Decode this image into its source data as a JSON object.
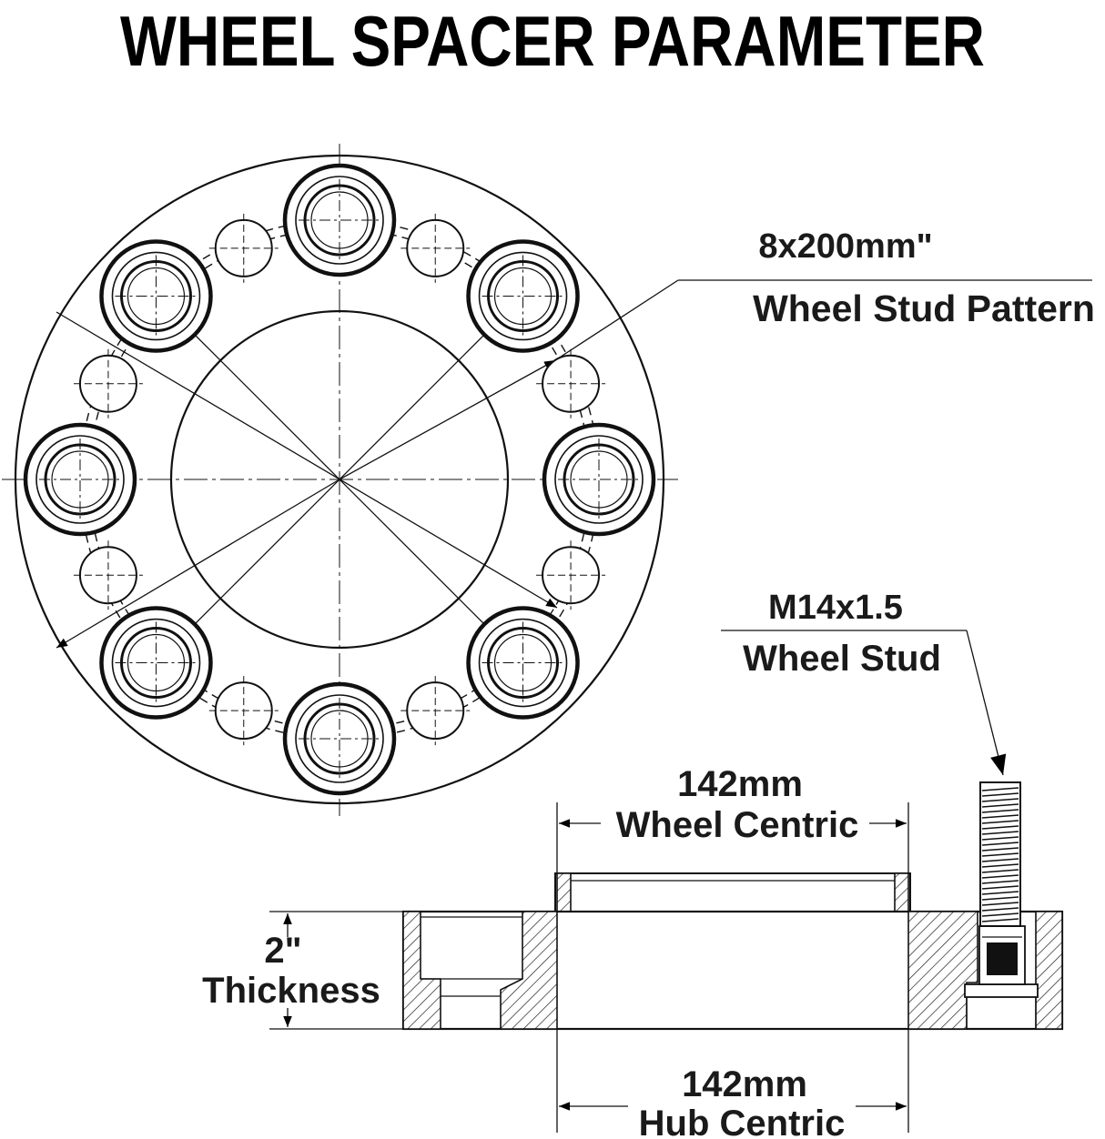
{
  "title": "WHEEL SPACER PARAMETER",
  "bolt_pattern": {
    "value": "8x200mm\"",
    "label": "Wheel Stud Pattern"
  },
  "stud": {
    "value": "M14x1.5",
    "label": "Wheel Stud"
  },
  "wheel_centric": {
    "value": "142mm",
    "label": "Wheel Centric"
  },
  "hub_centric": {
    "value": "142mm",
    "label": "Hub Centric"
  },
  "thickness": {
    "value": "2\"",
    "label": "Thickness"
  }
}
